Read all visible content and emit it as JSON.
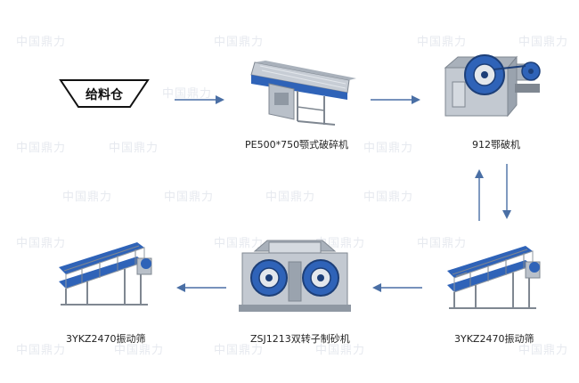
{
  "watermark": "中国鼎力",
  "nodes": {
    "hopper": {
      "label": "给料仓"
    },
    "vibrating_feeder": {
      "label": "PE500*750颚式破碎机"
    },
    "jaw_crusher": {
      "label": "912鄂破机"
    },
    "screen_right": {
      "label": "3YKZ2470振动筛"
    },
    "sand_maker": {
      "label": "ZSJ1213双转子制砂机"
    },
    "screen_left": {
      "label": "3YKZ2470振动筛"
    }
  },
  "colors": {
    "arrow": "#4a6fa5",
    "machine_blue": "#2f63b8",
    "steel": "#b9c0c9",
    "steel_dark": "#7f8791"
  }
}
